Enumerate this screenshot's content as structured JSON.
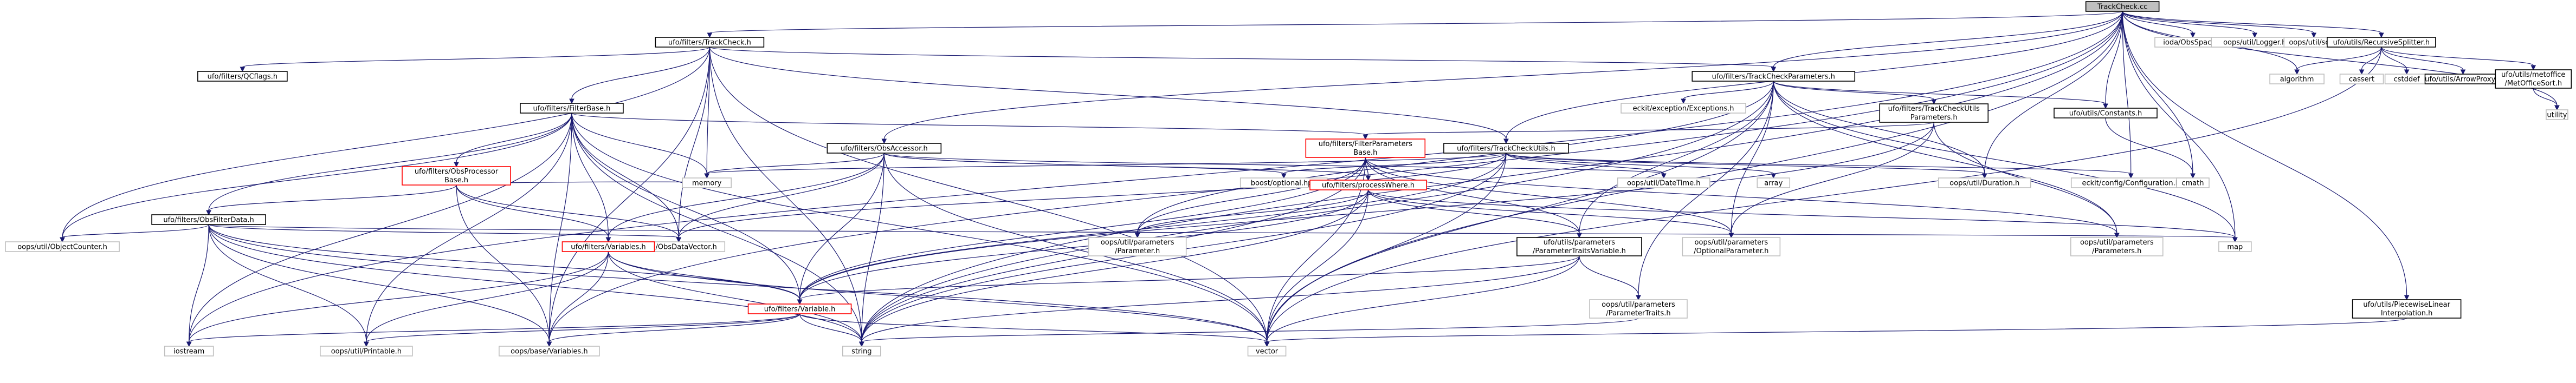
{
  "colors": {
    "edge": "#191970",
    "node_border": "#000000",
    "node_border_plain": "#bfbfbf",
    "node_border_truncated": "#ff0000",
    "root_fill": "#bfbfbf",
    "node_fill": "#ffffff",
    "text": "#000000"
  },
  "nodes": [
    {
      "id": "root",
      "label": "TrackCheck.cc",
      "kind": "root"
    },
    {
      "id": "trackcheck_h",
      "label": "ufo/filters/TrackCheck.h",
      "kind": "doc"
    },
    {
      "id": "obsspace",
      "label": "ioda/ObsSpace.h",
      "kind": "plain"
    },
    {
      "id": "logger",
      "label": "oops/util/Logger.h",
      "kind": "plain"
    },
    {
      "id": "sqr",
      "label": "oops/util/sqr.h",
      "kind": "plain"
    },
    {
      "id": "recsplit",
      "label": "ufo/utils/RecursiveSplitter.h",
      "kind": "doc"
    },
    {
      "id": "qcflags",
      "label": "ufo/filters/QCflags.h",
      "kind": "doc"
    },
    {
      "id": "tcparams",
      "label": "ufo/filters/TrackCheckParameters.h",
      "kind": "doc"
    },
    {
      "id": "algorithm",
      "label": "algorithm",
      "kind": "plain"
    },
    {
      "id": "utility",
      "label": "utility",
      "kind": "plain"
    },
    {
      "id": "filterbase",
      "label": "ufo/filters/FilterBase.h",
      "kind": "doc"
    },
    {
      "id": "exceptions",
      "label": "eckit/exception/Exceptions.h",
      "kind": "plain"
    },
    {
      "id": "tcuparams",
      "label": [
        "ufo/filters/TrackCheckUtils",
        "Parameters.h"
      ],
      "kind": "doc"
    },
    {
      "id": "constants",
      "label": "ufo/utils/Constants.h",
      "kind": "doc"
    },
    {
      "id": "cassert",
      "label": "cassert",
      "kind": "plain"
    },
    {
      "id": "cstddef",
      "label": "cstddef",
      "kind": "plain"
    },
    {
      "id": "arrowproxy",
      "label": "ufo/utils/ArrowProxy.h",
      "kind": "doc"
    },
    {
      "id": "metaoffice",
      "label": [
        "ufo/utils/metoffice",
        "/MetOfficeSort.h"
      ],
      "kind": "doc"
    },
    {
      "id": "obsprocbase",
      "label": [
        "ufo/filters/ObsProcessor",
        "Base.h"
      ],
      "kind": "truncated"
    },
    {
      "id": "obsaccessor",
      "label": "ufo/filters/ObsAccessor.h",
      "kind": "doc"
    },
    {
      "id": "filterparams",
      "label": [
        "ufo/filters/FilterParameters",
        "Base.h"
      ],
      "kind": "truncated"
    },
    {
      "id": "tcutils",
      "label": "ufo/filters/TrackCheckUtils.h",
      "kind": "doc"
    },
    {
      "id": "memory",
      "label": "memory",
      "kind": "plain"
    },
    {
      "id": "optional",
      "label": "boost/optional.hpp",
      "kind": "plain"
    },
    {
      "id": "processwhere",
      "label": "ufo/filters/processWhere.h",
      "kind": "truncated"
    },
    {
      "id": "datetime",
      "label": "oops/util/DateTime.h",
      "kind": "plain"
    },
    {
      "id": "array",
      "label": "array",
      "kind": "plain"
    },
    {
      "id": "duration",
      "label": "oops/util/Duration.h",
      "kind": "plain"
    },
    {
      "id": "configuration",
      "label": "eckit/config/Configuration.h",
      "kind": "plain"
    },
    {
      "id": "cmath",
      "label": "cmath",
      "kind": "plain"
    },
    {
      "id": "obsfilterdata",
      "label": "ufo/filters/ObsFilterData.h",
      "kind": "doc"
    },
    {
      "id": "objectcounter",
      "label": "oops/util/ObjectCounter.h",
      "kind": "plain"
    },
    {
      "id": "iodadatavector",
      "label": "ioda/ObsDataVector.h",
      "kind": "plain"
    },
    {
      "id": "variables_h",
      "label": "ufo/filters/Variables.h",
      "kind": "truncated"
    },
    {
      "id": "oops_param",
      "label": [
        "oops/util/parameters",
        "/Parameter.h"
      ],
      "kind": "plain"
    },
    {
      "id": "ptv",
      "label": [
        "ufo/utils/parameters",
        "/ParameterTraitsVariable.h"
      ],
      "kind": "doc"
    },
    {
      "id": "optparam",
      "label": [
        "oops/util/parameters",
        "/OptionalParameter.h"
      ],
      "kind": "plain"
    },
    {
      "id": "params_h",
      "label": [
        "oops/util/parameters",
        "/Parameters.h"
      ],
      "kind": "plain"
    },
    {
      "id": "map",
      "label": "map",
      "kind": "plain"
    },
    {
      "id": "variable_h",
      "label": "ufo/filters/Variable.h",
      "kind": "truncated"
    },
    {
      "id": "paramtraits",
      "label": [
        "oops/util/parameters",
        "/ParameterTraits.h"
      ],
      "kind": "plain"
    },
    {
      "id": "piecewise",
      "label": [
        "ufo/utils/PiecewiseLinear",
        "Interpolation.h"
      ],
      "kind": "doc"
    },
    {
      "id": "iostream",
      "label": "iostream",
      "kind": "plain"
    },
    {
      "id": "printable",
      "label": "oops/util/Printable.h",
      "kind": "plain"
    },
    {
      "id": "oops_variables",
      "label": "oops/base/Variables.h",
      "kind": "plain"
    },
    {
      "id": "string",
      "label": "string",
      "kind": "plain"
    },
    {
      "id": "vector",
      "label": "vector",
      "kind": "plain"
    }
  ],
  "edges": [
    [
      "root",
      "trackcheck_h"
    ],
    [
      "root",
      "obsspace"
    ],
    [
      "root",
      "logger"
    ],
    [
      "root",
      "sqr"
    ],
    [
      "root",
      "recsplit"
    ],
    [
      "root",
      "tcparams"
    ],
    [
      "root",
      "tcutils"
    ],
    [
      "root",
      "obsaccessor"
    ],
    [
      "root",
      "constants"
    ],
    [
      "root",
      "cmath"
    ],
    [
      "root",
      "configuration"
    ],
    [
      "root",
      "map"
    ],
    [
      "root",
      "string"
    ],
    [
      "root",
      "vector"
    ],
    [
      "root",
      "algorithm"
    ],
    [
      "root",
      "utility"
    ],
    [
      "root",
      "piecewise"
    ],
    [
      "root",
      "iostream"
    ],
    [
      "root",
      "oops_variables"
    ],
    [
      "root",
      "duration"
    ],
    [
      "trackcheck_h",
      "qcflags"
    ],
    [
      "trackcheck_h",
      "tcparams"
    ],
    [
      "trackcheck_h",
      "filterbase"
    ],
    [
      "trackcheck_h",
      "tcutils"
    ],
    [
      "trackcheck_h",
      "objectcounter"
    ],
    [
      "trackcheck_h",
      "iodadatavector"
    ],
    [
      "trackcheck_h",
      "memory"
    ],
    [
      "trackcheck_h",
      "string"
    ],
    [
      "trackcheck_h",
      "vector"
    ],
    [
      "trackcheck_h",
      "oops_variables"
    ],
    [
      "recsplit",
      "algorithm"
    ],
    [
      "recsplit",
      "cassert"
    ],
    [
      "recsplit",
      "cstddef"
    ],
    [
      "recsplit",
      "arrowproxy"
    ],
    [
      "recsplit",
      "metaoffice"
    ],
    [
      "recsplit",
      "vector"
    ],
    [
      "metaoffice",
      "utility"
    ],
    [
      "tcparams",
      "exceptions"
    ],
    [
      "tcparams",
      "tcuparams"
    ],
    [
      "tcparams",
      "constants"
    ],
    [
      "tcparams",
      "optparam"
    ],
    [
      "tcparams",
      "params_h"
    ],
    [
      "tcparams",
      "ptv"
    ],
    [
      "tcparams",
      "paramtraits"
    ],
    [
      "tcparams",
      "map"
    ],
    [
      "tcparams",
      "string"
    ],
    [
      "tcparams",
      "vector"
    ],
    [
      "tcparams",
      "duration"
    ],
    [
      "tcparams",
      "oops_param"
    ],
    [
      "tcuparams",
      "filterparams"
    ],
    [
      "tcuparams",
      "optparam"
    ],
    [
      "tcuparams",
      "params_h"
    ],
    [
      "tcuparams",
      "variable_h"
    ],
    [
      "constants",
      "cmath"
    ],
    [
      "filterbase",
      "obsprocbase"
    ],
    [
      "filterbase",
      "obsfilterdata"
    ],
    [
      "filterbase",
      "filterparams"
    ],
    [
      "filterbase",
      "memory"
    ],
    [
      "filterbase",
      "objectcounter"
    ],
    [
      "filterbase",
      "iodadatavector"
    ],
    [
      "filterbase",
      "variables_h"
    ],
    [
      "filterbase",
      "printable"
    ],
    [
      "filterbase",
      "oops_variables"
    ],
    [
      "filterbase",
      "string"
    ],
    [
      "filterbase",
      "vector"
    ],
    [
      "filterbase",
      "iostream"
    ],
    [
      "filterbase",
      "variable_h"
    ],
    [
      "obsprocbase",
      "memory"
    ],
    [
      "obsprocbase",
      "iodadatavector"
    ],
    [
      "obsprocbase",
      "variables_h"
    ],
    [
      "obsprocbase",
      "obsfilterdata"
    ],
    [
      "obsprocbase",
      "oops_variables"
    ],
    [
      "obsaccessor",
      "memory"
    ],
    [
      "obsaccessor",
      "optional"
    ],
    [
      "obsaccessor",
      "processwhere"
    ],
    [
      "obsaccessor",
      "variables_h"
    ],
    [
      "obsaccessor",
      "variable_h"
    ],
    [
      "obsaccessor",
      "iodadatavector"
    ],
    [
      "obsaccessor",
      "string"
    ],
    [
      "obsaccessor",
      "vector"
    ],
    [
      "obsaccessor",
      "datetime"
    ],
    [
      "filterparams",
      "processwhere"
    ],
    [
      "filterparams",
      "oops_param"
    ],
    [
      "filterparams",
      "optparam"
    ],
    [
      "filterparams",
      "params_h"
    ],
    [
      "filterparams",
      "ptv"
    ],
    [
      "filterparams",
      "variable_h"
    ],
    [
      "filterparams",
      "string"
    ],
    [
      "filterparams",
      "vector"
    ],
    [
      "tcutils",
      "optional"
    ],
    [
      "tcutils",
      "datetime"
    ],
    [
      "tcutils",
      "array"
    ],
    [
      "tcutils",
      "duration"
    ],
    [
      "tcutils",
      "configuration"
    ],
    [
      "tcutils",
      "string"
    ],
    [
      "tcutils",
      "vector"
    ],
    [
      "tcutils",
      "iodadatavector"
    ],
    [
      "tcutils",
      "memory"
    ],
    [
      "tcutils",
      "variable_h"
    ],
    [
      "processwhere",
      "oops_param"
    ],
    [
      "processwhere",
      "ptv"
    ],
    [
      "processwhere",
      "optparam"
    ],
    [
      "processwhere",
      "variable_h"
    ],
    [
      "processwhere",
      "string"
    ],
    [
      "processwhere",
      "vector"
    ],
    [
      "processwhere",
      "map"
    ],
    [
      "obsfilterdata",
      "objectcounter"
    ],
    [
      "obsfilterdata",
      "iodadatavector"
    ],
    [
      "obsfilterdata",
      "variable_h"
    ],
    [
      "obsfilterdata",
      "printable"
    ],
    [
      "obsfilterdata",
      "oops_variables"
    ],
    [
      "obsfilterdata",
      "string"
    ],
    [
      "obsfilterdata",
      "vector"
    ],
    [
      "obsfilterdata",
      "iostream"
    ],
    [
      "obsfilterdata",
      "map"
    ],
    [
      "variables_h",
      "variable_h"
    ],
    [
      "variables_h",
      "oops_variables"
    ],
    [
      "variables_h",
      "printable"
    ],
    [
      "variables_h",
      "iostream"
    ],
    [
      "variables_h",
      "string"
    ],
    [
      "variables_h",
      "vector"
    ],
    [
      "ptv",
      "variable_h"
    ],
    [
      "ptv",
      "paramtraits"
    ],
    [
      "ptv",
      "string"
    ],
    [
      "ptv",
      "vector"
    ],
    [
      "paramtraits",
      "string"
    ],
    [
      "variable_h",
      "iostream"
    ],
    [
      "variable_h",
      "printable"
    ],
    [
      "variable_h",
      "oops_variables"
    ],
    [
      "variable_h",
      "string"
    ],
    [
      "variable_h",
      "vector"
    ],
    [
      "piecewise",
      "vector"
    ]
  ]
}
